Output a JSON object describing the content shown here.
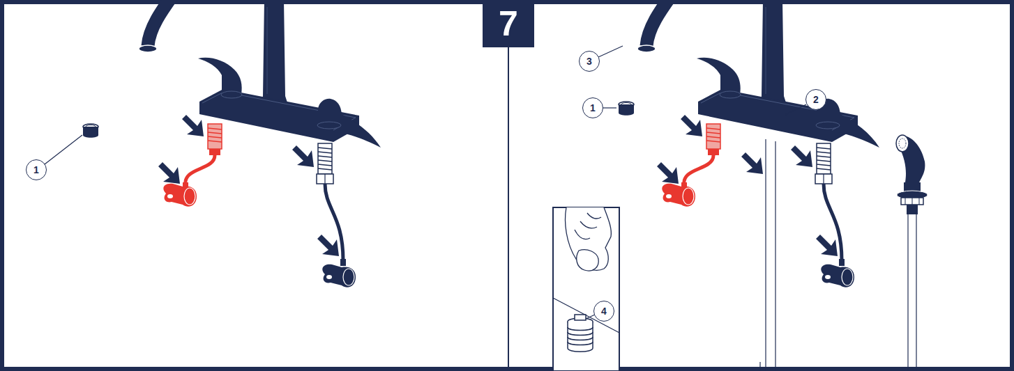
{
  "diagram": {
    "nodes": [
      {
        "text": [
          "7"
        ]
      }
    ],
    "labels": [
      "1",
      "3",
      "1",
      "2",
      "4"
    ]
  }
}
